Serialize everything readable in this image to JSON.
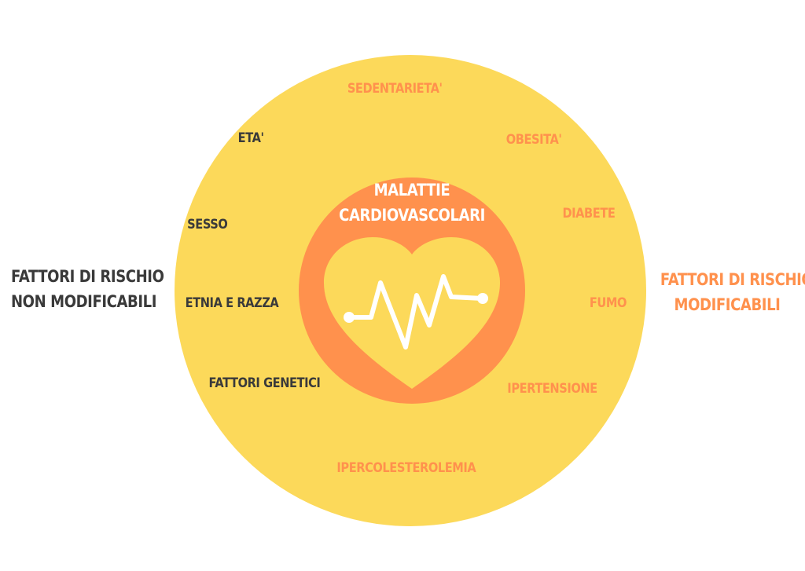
{
  "center": {
    "title_line1": "MALATTIE",
    "title_line2": "CARDIOVASCOLARI",
    "icon": "heart-pulse-icon"
  },
  "left_group": {
    "title_line1": "FATTORI DI RISCHIO",
    "title_line2": "NON MODIFICABILI",
    "items": [
      "ETA'",
      "SESSO",
      "ETNIA E RAZZA",
      "FATTORI GENETICI"
    ]
  },
  "right_group": {
    "title_line1": "FATTORI DI RISCHIO",
    "title_line2": "MODIFICABILI",
    "items": [
      "SEDENTARIETA'",
      "OBESITA'",
      "DIABETE",
      "FUMO",
      "IPERTENSIONE",
      "IPERCOLESTEROLEMIA"
    ]
  },
  "colors": {
    "outer_circle": "#FCD95A",
    "inner_circle": "#FF914D",
    "heart": "#FCD95A",
    "non_modifiable_text": "#3a3a3a",
    "modifiable_text": "#FF914D",
    "center_text": "#ffffff"
  }
}
